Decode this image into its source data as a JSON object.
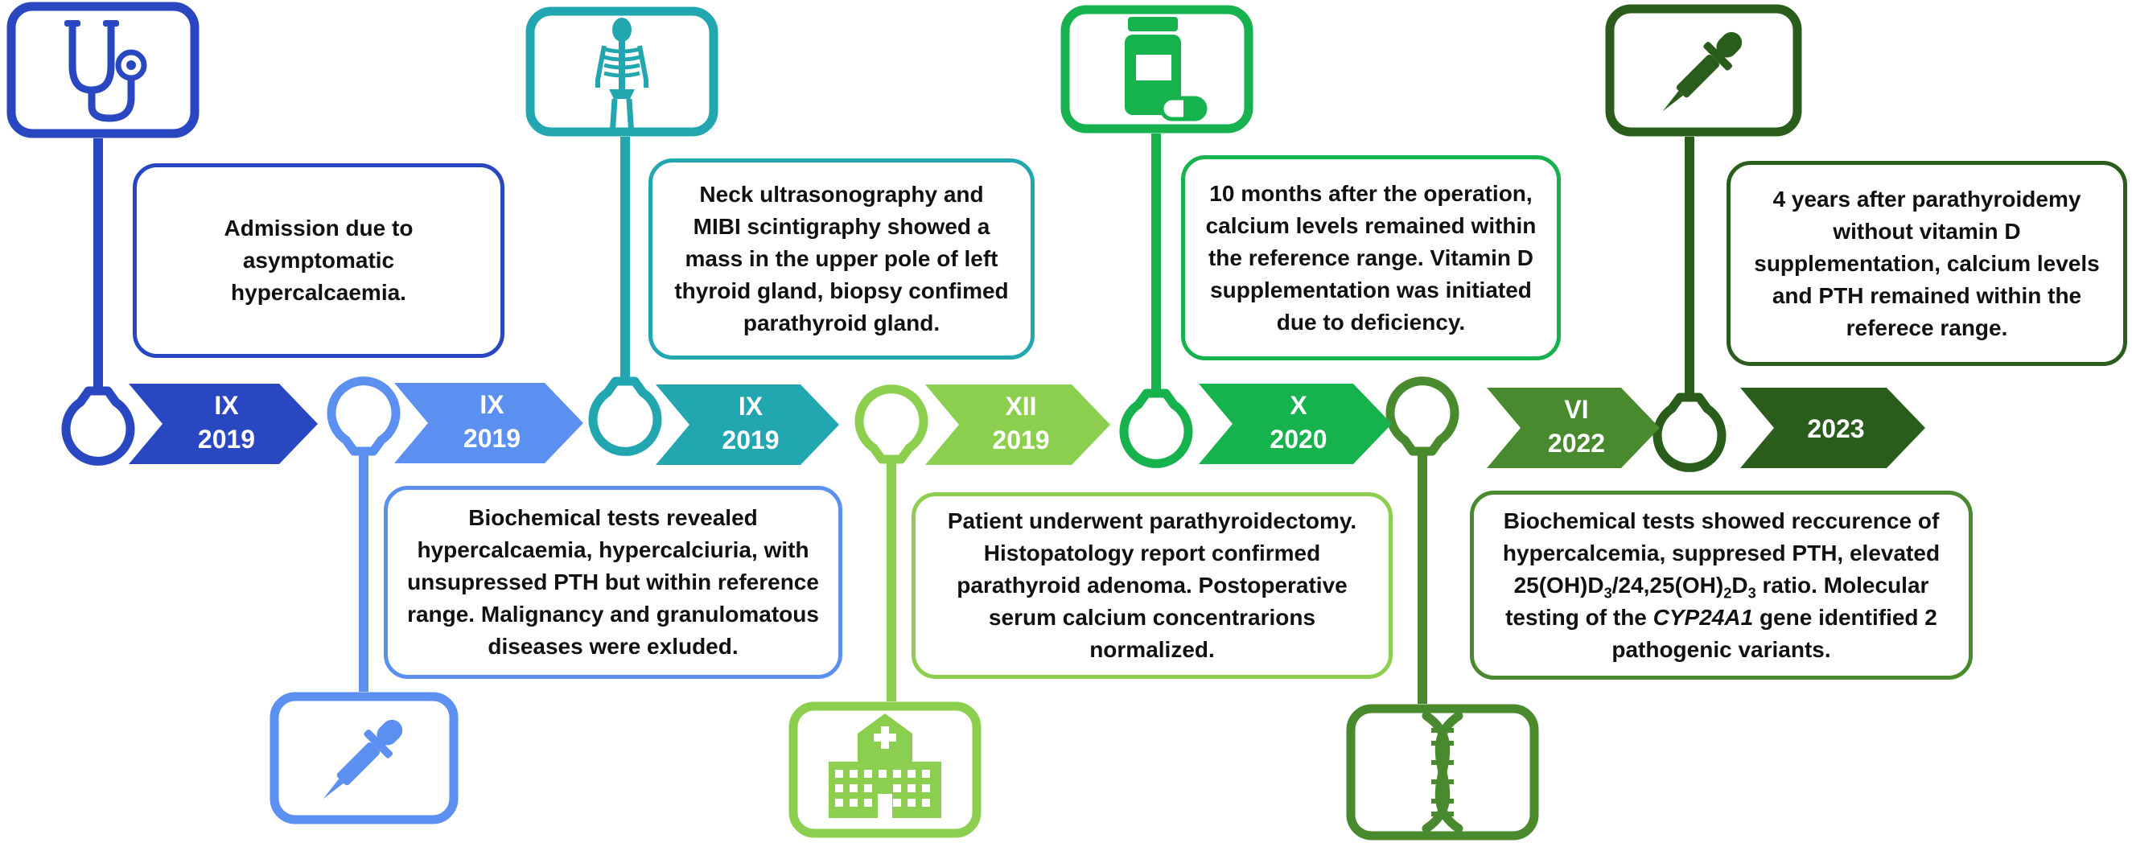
{
  "colors": {
    "navy": "#2a47c2",
    "blue": "#5b8ff0",
    "teal": "#22a7b0",
    "lime": "#8ccf4f",
    "green": "#16b24e",
    "olive": "#4a8a2e",
    "dark_green": "#2a5c1c",
    "text": "#111111"
  },
  "milestones": [
    {
      "month": "IX",
      "year": "2019",
      "icon": "stethoscope-icon"
    },
    {
      "month": "IX",
      "year": "2019",
      "icon": "dropper-icon"
    },
    {
      "month": "IX",
      "year": "2019",
      "icon": "skeleton-icon"
    },
    {
      "month": "XII",
      "year": "2019",
      "icon": "hospital-icon"
    },
    {
      "month": "X",
      "year": "2020",
      "icon": "medicine-bottle-icon"
    },
    {
      "month": "VI",
      "year": "2022",
      "icon": "dna-icon"
    },
    {
      "month": "",
      "year": "2023",
      "icon": "dropper-icon"
    }
  ],
  "events": {
    "e1": "Admission due to asymptomatic hypercalcaemia.",
    "e2": "Biochemical tests revealed hypercalcaemia, hypercalciuria, with unsupressed PTH but within reference range. Malignancy and granulomatous diseases were exluded.",
    "e3": "Neck ultrasonography and MIBI scintigraphy showed a mass in the upper pole of left thyroid gland, biopsy confimed parathyroid gland.",
    "e4": "Patient underwent parathyroidectomy. Histopatology report confirmed parathyroid adenoma. Postoperative serum calcium concentrarions normalized.",
    "e5": "10 months after the operation, calcium levels remained within the reference range. Vitamin D supplementation was initiated due to deficiency.",
    "e6": {
      "part1": "Biochemical tests showed reccurence of hypercalcemia, suppresed PTH, elevated",
      "ratio_a": "25(OH)D",
      "sub_a": "3",
      "ratio_b": "/24,25(OH)",
      "sub_b": "2",
      "ratio_c": "D",
      "sub_c": "3",
      "ratio_end": " ratio.",
      "part2": "Molecular testing of the",
      "gene": "CYP24A1",
      "part3": "gene identified 2 pathogenic variants."
    },
    "e7": "4 years after parathyroidemy without vitamin D supplementation, calcium levels and PTH remained within the referece range."
  }
}
